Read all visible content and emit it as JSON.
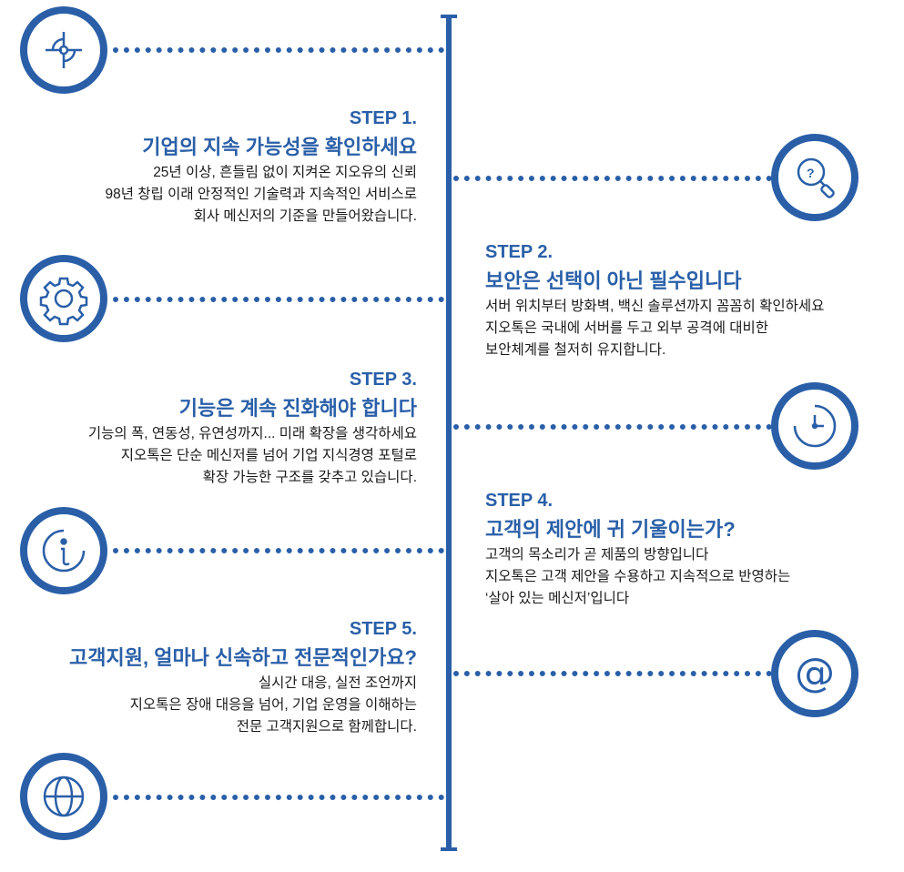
{
  "colors": {
    "accent": "#2a5fa8",
    "text": "#1a1a1a"
  },
  "steps": [
    {
      "label": "STEP 1.",
      "title": "기업의 지속 가능성을 확인하세요",
      "body": [
        "25년 이상, 흔들림 없이 지켜온 지오유의 신뢰",
        "98년 창립 이래 안정적인 기술력과 지속적인 서비스로",
        "회사 메신저의 기준을 만들어왔습니다."
      ],
      "icon": "target-icon"
    },
    {
      "label": "STEP 2.",
      "title": "보안은 선택이 아닌 필수입니다",
      "body": [
        "서버 위치부터 방화벽, 백신 솔루션까지 꼼꼼히 확인하세요",
        "지오톡은 국내에 서버를 두고 외부 공격에 대비한",
        "보안체계를 철저히 유지합니다."
      ],
      "icon": "search-question-icon"
    },
    {
      "label": "STEP 3.",
      "title": "기능은 계속 진화해야 합니다",
      "body": [
        "기능의 폭, 연동성, 유연성까지... 미래 확장을 생각하세요",
        "지오톡은 단순 메신저를 넘어 기업 지식경영 포털로",
        "확장 가능한 구조를 갖추고 있습니다."
      ],
      "icon": "gear-icon"
    },
    {
      "label": "STEP 4.",
      "title": "고객의 제안에 귀 기울이는가?",
      "body": [
        "고객의 목소리가 곧 제품의 방향입니다",
        "지오톡은 고객 제안을 수용하고 지속적으로 반영하는",
        "‘살아 있는 메신저’입니다"
      ],
      "icon": "clock-icon"
    },
    {
      "label": "STEP 5.",
      "title": "고객지원, 얼마나 신속하고 전문적인가요?",
      "body": [
        "실시간 대응, 실전 조언까지",
        "지오톡은 장애 대응을 넘어, 기업 운영을 이해하는",
        "전문 고객지원으로 함께합니다."
      ],
      "icon": "info-icon"
    }
  ]
}
